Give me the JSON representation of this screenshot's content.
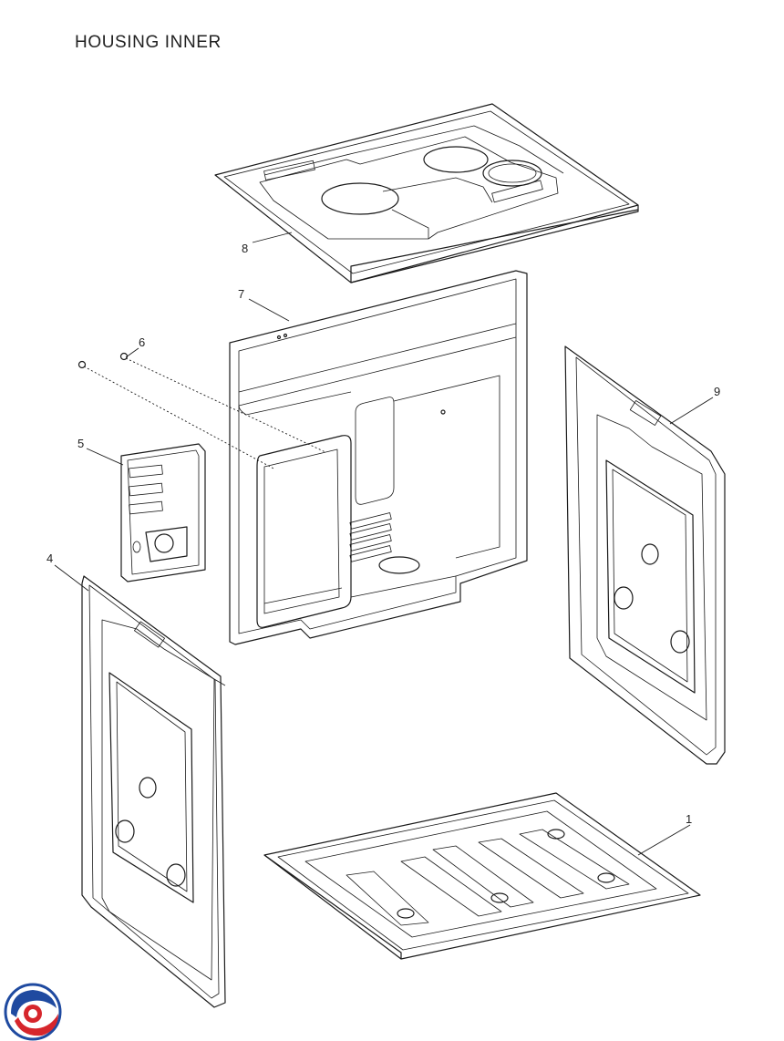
{
  "title": "HOUSING INNER",
  "callouts": [
    {
      "id": "1",
      "label": "1"
    },
    {
      "id": "4",
      "label": "4"
    },
    {
      "id": "5",
      "label": "5"
    },
    {
      "id": "6",
      "label": "6"
    },
    {
      "id": "7",
      "label": "7"
    },
    {
      "id": "8",
      "label": "8"
    },
    {
      "id": "9",
      "label": "9"
    }
  ],
  "colors": {
    "line": "#1a1a1a",
    "logo_red": "#d6262c",
    "logo_blue": "#1f4aa0"
  },
  "icons": {
    "logo": "brand-logo-icon"
  }
}
